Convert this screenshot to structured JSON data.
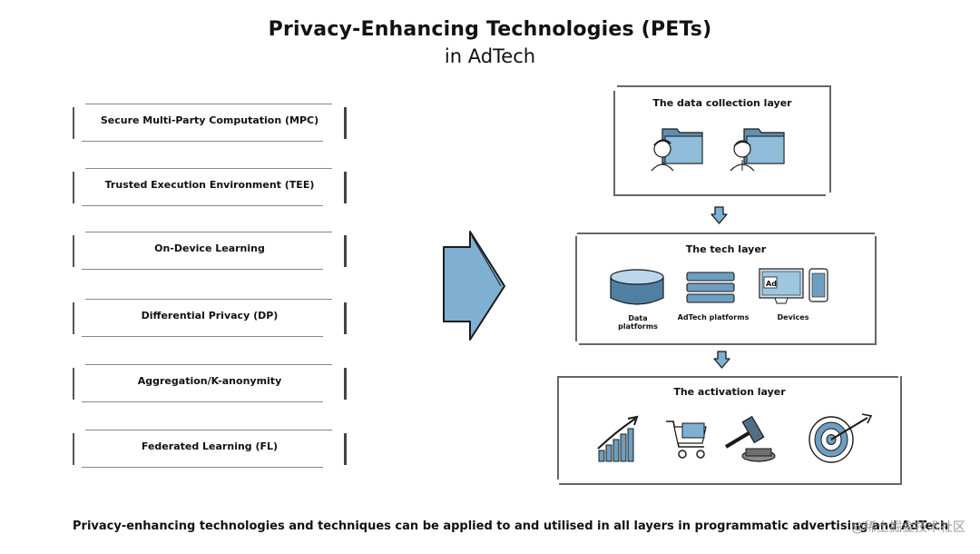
{
  "header": {
    "title": "Privacy-Enhancing Technologies (PETs)",
    "subtitle": "in AdTech"
  },
  "pets": [
    "Secure Multi-Party Computation (MPC)",
    "Trusted Execution Environment (TEE)",
    "On-Device Learning",
    "Differential Privacy (DP)",
    "Aggregation/K-anonymity",
    "Federated Learning (FL)"
  ],
  "layers": {
    "collection": {
      "title": "The data collection layer"
    },
    "tech": {
      "title": "The tech layer",
      "items": [
        "Data platforms",
        "AdTech  platforms",
        "Devices"
      ],
      "ad_badge": "Ad"
    },
    "activation": {
      "title": "The activation layer"
    }
  },
  "footer": "Privacy-enhancing technologies and techniques can be applied to and utilised in all layers in programmatic advertising and AdTech",
  "watermark": "@稀土掘金技术社区",
  "colors": {
    "accent_blue": "#7fb0d2",
    "dark_blue": "#3f6f8f",
    "outline": "#1a1a1a"
  }
}
